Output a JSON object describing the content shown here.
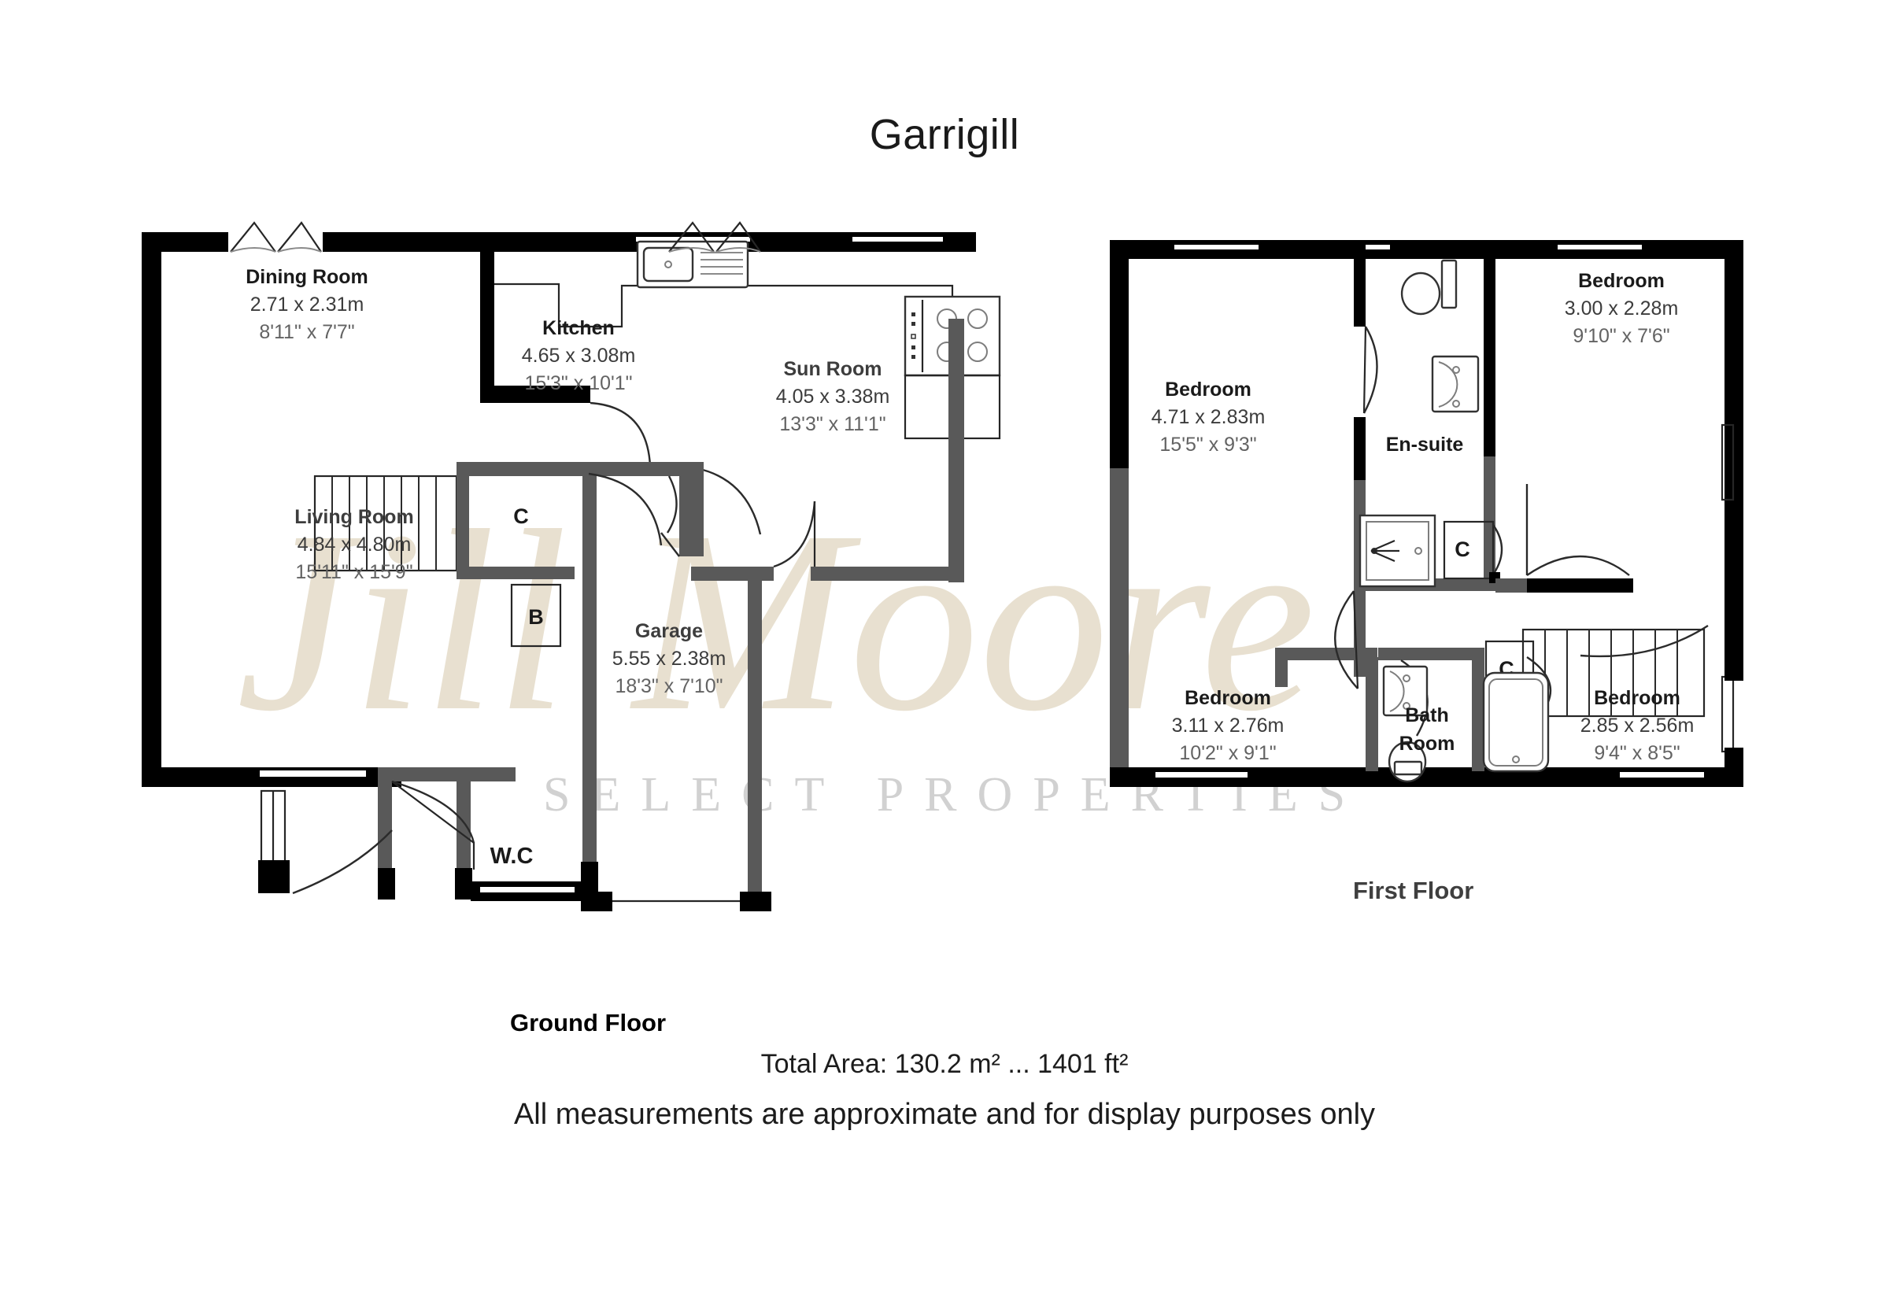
{
  "title": "Garrigill",
  "watermark": {
    "script": "Jill Moore",
    "caps": "SELECT PROPERTIES"
  },
  "floors": [
    {
      "id": "ground",
      "caption": "Ground Floor",
      "rooms": [
        {
          "name": "Dining Room",
          "metric": "2.71 x 2.31m",
          "imperial": "8'11\" x 7'7\""
        },
        {
          "name": "Kitchen",
          "metric": "4.65 x 3.08m",
          "imperial": "15'3\" x 10'1\""
        },
        {
          "name": "Sun Room",
          "metric": "4.05 x 3.38m",
          "imperial": "13'3\" x 11'1\""
        },
        {
          "name": "Living Room",
          "metric": "4.84 x 4.80m",
          "imperial": "15'11\" x 15'9\""
        },
        {
          "name": "Garage",
          "metric": "5.55 x 2.38m",
          "imperial": "18'3\" x 7'10\""
        }
      ],
      "marks": [
        {
          "label": "C",
          "kind": "cupboard"
        },
        {
          "label": "B",
          "kind": "boiler"
        },
        {
          "label": "W.C",
          "kind": "wc"
        }
      ]
    },
    {
      "id": "first",
      "caption": "First Floor",
      "rooms": [
        {
          "name": "Bedroom",
          "metric": "4.71 x 2.83m",
          "imperial": "15'5\" x 9'3\""
        },
        {
          "name": "Bedroom",
          "metric": "3.00 x 2.28m",
          "imperial": "9'10\" x 7'6\""
        },
        {
          "name": "Bedroom",
          "metric": "3.11 x 2.76m",
          "imperial": "10'2\" x 9'1\""
        },
        {
          "name": "Bedroom",
          "metric": "2.85 x 2.56m",
          "imperial": "9'4\" x 8'5\""
        },
        {
          "name": "En-suite",
          "metric": "",
          "imperial": ""
        },
        {
          "name": "Bath",
          "name2": "Room",
          "metric": "",
          "imperial": ""
        }
      ],
      "marks": [
        {
          "label": "C",
          "kind": "cupboard"
        },
        {
          "label": "C",
          "kind": "cupboard"
        }
      ]
    }
  ],
  "footer": {
    "total_area": "Total Area: 130.2 m² ... 1401 ft²",
    "disclaimer": "All measurements are approximate and for display purposes only"
  },
  "colors": {
    "wall_black": "#000000",
    "wall_gray": "#595959",
    "watermark_script": "#e3dac6",
    "watermark_caps": "#c9c9c9",
    "text": "#1a1a1a"
  }
}
